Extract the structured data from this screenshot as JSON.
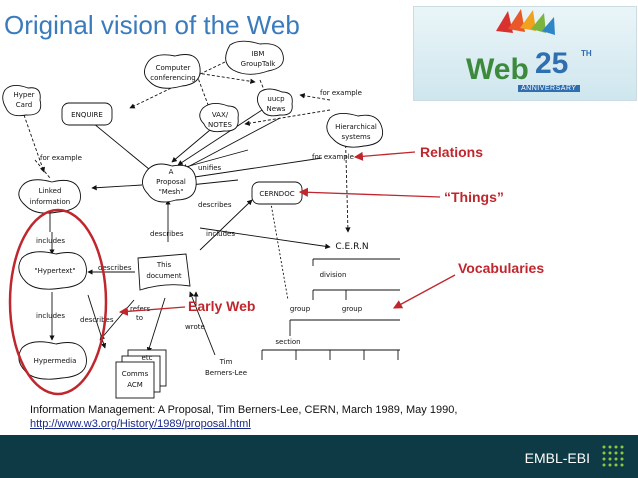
{
  "title": "Original vision of the Web",
  "logo": {
    "web": "Web",
    "num": "25",
    "th": "TH",
    "anniversary": "ANNIVERSARY"
  },
  "nodes": {
    "ibm": [
      "IBM",
      "GroupTalk"
    ],
    "computer_conf": [
      "Computer",
      "conferencing"
    ],
    "hypercard": [
      "Hyper",
      "Card"
    ],
    "enquire": "ENQUIRE",
    "vax": [
      "VAX/",
      "NOTES"
    ],
    "uucp": [
      "uucp",
      "News"
    ],
    "hierarchical": [
      "Hierarchical",
      "systems"
    ],
    "linked": [
      "Linked",
      "information"
    ],
    "proposal": [
      "A",
      "Proposal",
      "\"Mesh\""
    ],
    "cerndoc": "CERNDOC",
    "hypertext": "\"Hypertext\"",
    "this_doc": [
      "This",
      "document"
    ],
    "hypermedia": "Hypermedia",
    "docs": [
      "etc",
      "Comms",
      "ACM"
    ],
    "tim": [
      "Tim",
      "Berners-Lee"
    ],
    "cern": "C.E.R.N",
    "division": "division",
    "group1": "group",
    "group2": "group",
    "section": "section"
  },
  "edges": {
    "for_example_1": "for example",
    "for_example_2": "for example",
    "for_example_3": "for example",
    "unifies": "unifies",
    "describes_1": "describes",
    "describes_2": "describes",
    "describes_3": "describes",
    "describes_4": "describes",
    "includes_1": "includes",
    "includes_2": "includes",
    "includes_3": "includes",
    "refers_to": [
      "refers",
      "to"
    ],
    "wrote": "wrote"
  },
  "annotations": {
    "relations": "Relations",
    "things": "“Things”",
    "vocabularies": "Vocabularies",
    "early_web": "Early Web"
  },
  "caption": {
    "line1": "Information Management: A Proposal, Tim Berners-Lee, CERN, March 1989, May 1990,",
    "link": "http://www.w3.org/History/1989/proposal.html"
  },
  "footer": {
    "org": "EMBL-EBI"
  },
  "colors": {
    "title": "#3a7bbd",
    "accent_red": "#c0262d",
    "footer_bg": "#0d3a45"
  }
}
